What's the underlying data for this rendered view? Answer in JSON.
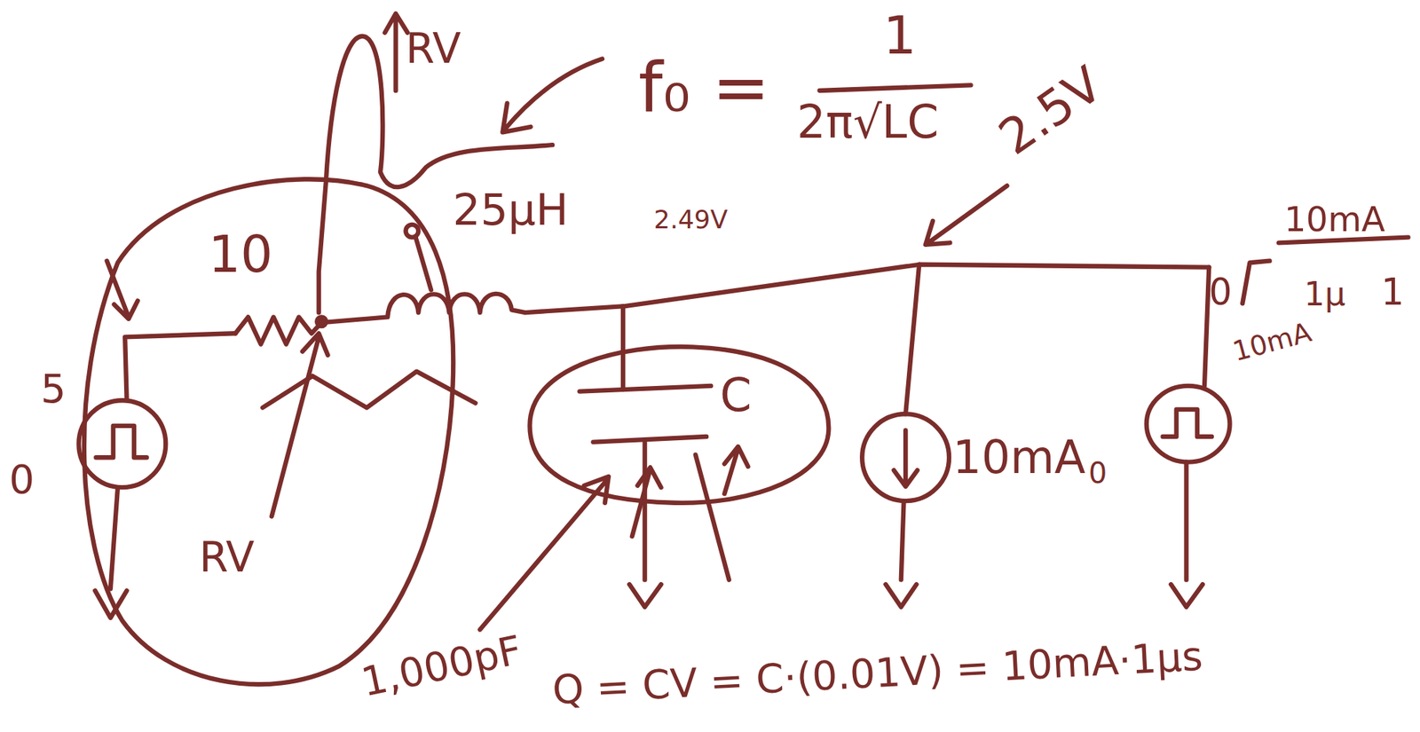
{
  "diagram": {
    "nodes": [
      {
        "text": [
          "10",
          "RV"
        ]
      },
      {
        "text": [
          "C"
        ]
      }
    ],
    "labels": [
      "RV",
      "f₀ =",
      "1",
      "2π√LC",
      "2.5V",
      "25µH",
      "2.49V",
      "10mA",
      "0",
      "1µ",
      "1",
      "10mA",
      "5",
      "0",
      "10mA",
      "0",
      "1,000pF",
      "Q = CV = C·(0.01V) = 10mA·1µs"
    ]
  }
}
